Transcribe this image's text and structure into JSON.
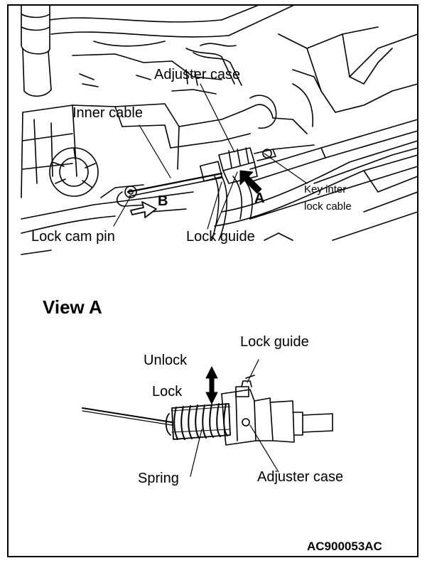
{
  "figure": {
    "code": "AC900053AC",
    "top_view": {
      "labels": {
        "adjuster_case": "Adjuster case",
        "inner_cable": "Inner cable",
        "key_interlock_line1": "Key inter",
        "key_interlock_line2": "lock cable",
        "arrow_a": "A",
        "arrow_b": "B",
        "lock_cam_pin": "Lock cam pin",
        "lock_guide": "Lock guide"
      }
    },
    "view_a": {
      "title": "View A",
      "labels": {
        "lock_guide": "Lock guide",
        "unlock": "Unlock",
        "lock": "Lock",
        "spring": "Spring",
        "adjuster_case": "Adjuster case"
      }
    }
  }
}
